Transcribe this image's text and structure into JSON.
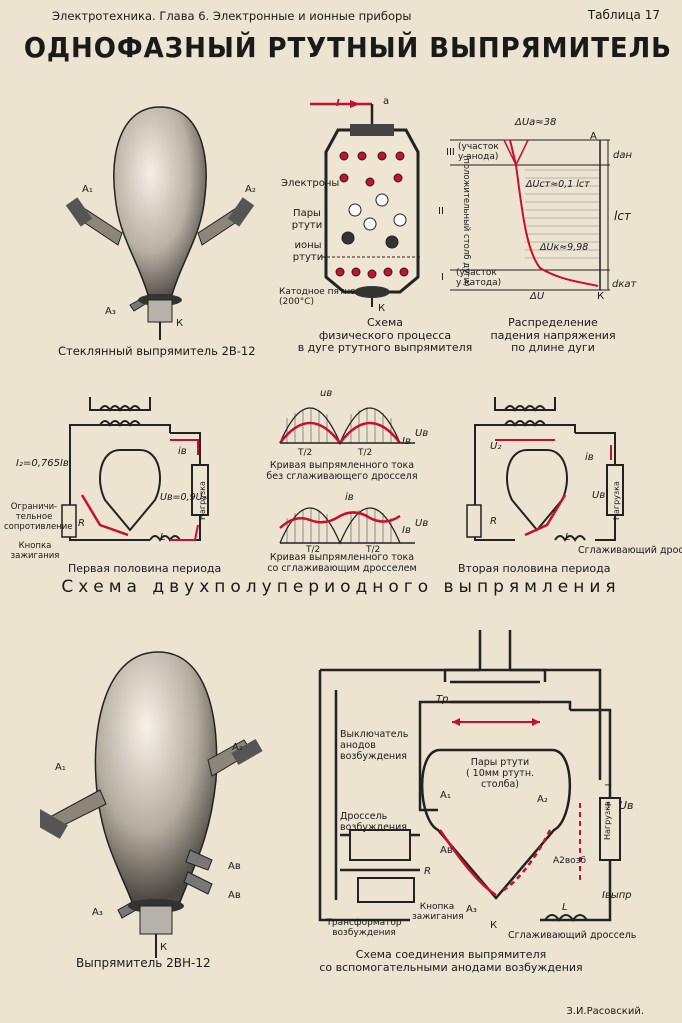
{
  "header": {
    "left": "Электротехника.  Глава 6.  Электронные и ионные приборы",
    "right": "Таблица 17"
  },
  "title": "ОДНОФАЗНЫЙ РТУТНЫЙ ВЫПРЯМИТЕЛЬ",
  "bulb1": {
    "caption": "Стеклянный выпрямитель 2В-12",
    "a1": "A₁",
    "a2": "A₂",
    "a3": "A₃",
    "k": "К"
  },
  "physics": {
    "caption": [
      "Схема",
      "физического процесса",
      "в дуге ртутного выпрямителя"
    ],
    "current": "I",
    "anode": "a",
    "cathode": "К",
    "electrons": "Электроны",
    "vapors": [
      "Пары",
      "ртути"
    ],
    "ions": [
      "ионы",
      "ртути"
    ],
    "spot": [
      "Катодное пятно",
      "(200°С)"
    ],
    "zone3": "III",
    "zone3_label": [
      "(участок",
      "у анода)"
    ],
    "zone2": "II",
    "zone2_label": "(положительный столб дуги)",
    "zone1": "I",
    "zone1_label": [
      "(участок",
      "у катода)"
    ]
  },
  "voltage": {
    "caption": [
      "Распределение",
      "падения напряжения",
      "по длине дуги"
    ],
    "dua": "ΔUa≈38",
    "a": "A",
    "dan": "dан",
    "dust": "ΔUст≈0,1 lст",
    "lst": "lст",
    "duk": "ΔUк≈9,98",
    "du": "ΔU",
    "k": "К",
    "dkat": "dкат"
  },
  "circuit1": {
    "caption": "Первая половина периода",
    "i2": "I₂=0,765Iв",
    "ib": "iв",
    "ub": "Uв=0,9U₂",
    "load": "Нагрузка",
    "r": "R",
    "l": "L",
    "limit": [
      "Ограничи-",
      "тельное",
      "сопротивление"
    ],
    "button": [
      "Кнопка",
      "зажигания"
    ]
  },
  "waves": {
    "caption1": [
      "Кривая выпрямленного тока",
      "без сглаживающего дросселя"
    ],
    "caption2": [
      "Кривая выпрямленного тока",
      "со сглаживающим дросселем"
    ],
    "ub": "uв",
    "ib": "iв",
    "Ub": "Uв",
    "Ib": "Iв",
    "t2": "T/2"
  },
  "circuit2": {
    "caption": "Вторая половина периода",
    "u2": "U₂",
    "ib": "iв",
    "ub": "Uв",
    "load": "Нагрузка",
    "r": "R",
    "l": "L",
    "choke": "Сглаживающий дроссель"
  },
  "section_title": "Схема двухполупериодного выпрямления",
  "bulb2": {
    "caption": "Выпрямитель 2ВН-12",
    "a1": "A₁",
    "a2": "A₂",
    "a3": "A₃",
    "ab1": "Aв",
    "ab2": "Aв",
    "k": "К"
  },
  "exc": {
    "caption": [
      "Схема соединения выпрямителя",
      "со вспомогательными анодами возбуждения"
    ],
    "switch": [
      "Выключатель",
      "анодов",
      "возбуждения"
    ],
    "tr": "Тр",
    "vapors": [
      "Пары ртути",
      "( 10мм ртутн.",
      "столба)"
    ],
    "a1": "A₁",
    "a2": "A₂",
    "choke": [
      "Дроссель",
      "возбуждения"
    ],
    "ab": "Aв",
    "ab2": "A2возб",
    "r": "R",
    "a3": "A₃",
    "k": "К",
    "button": [
      "Кнопка",
      "зажигания"
    ],
    "transformer": [
      "Трансформатор",
      "возбуждения"
    ],
    "load": "Нагрузка",
    "ub": "Uв",
    "ivypr": "Iвыпр",
    "l": "L",
    "smooth": "Сглаживающий дроссель",
    "plus": "+",
    "minus": "−"
  },
  "author": "З.И.Расовский."
}
